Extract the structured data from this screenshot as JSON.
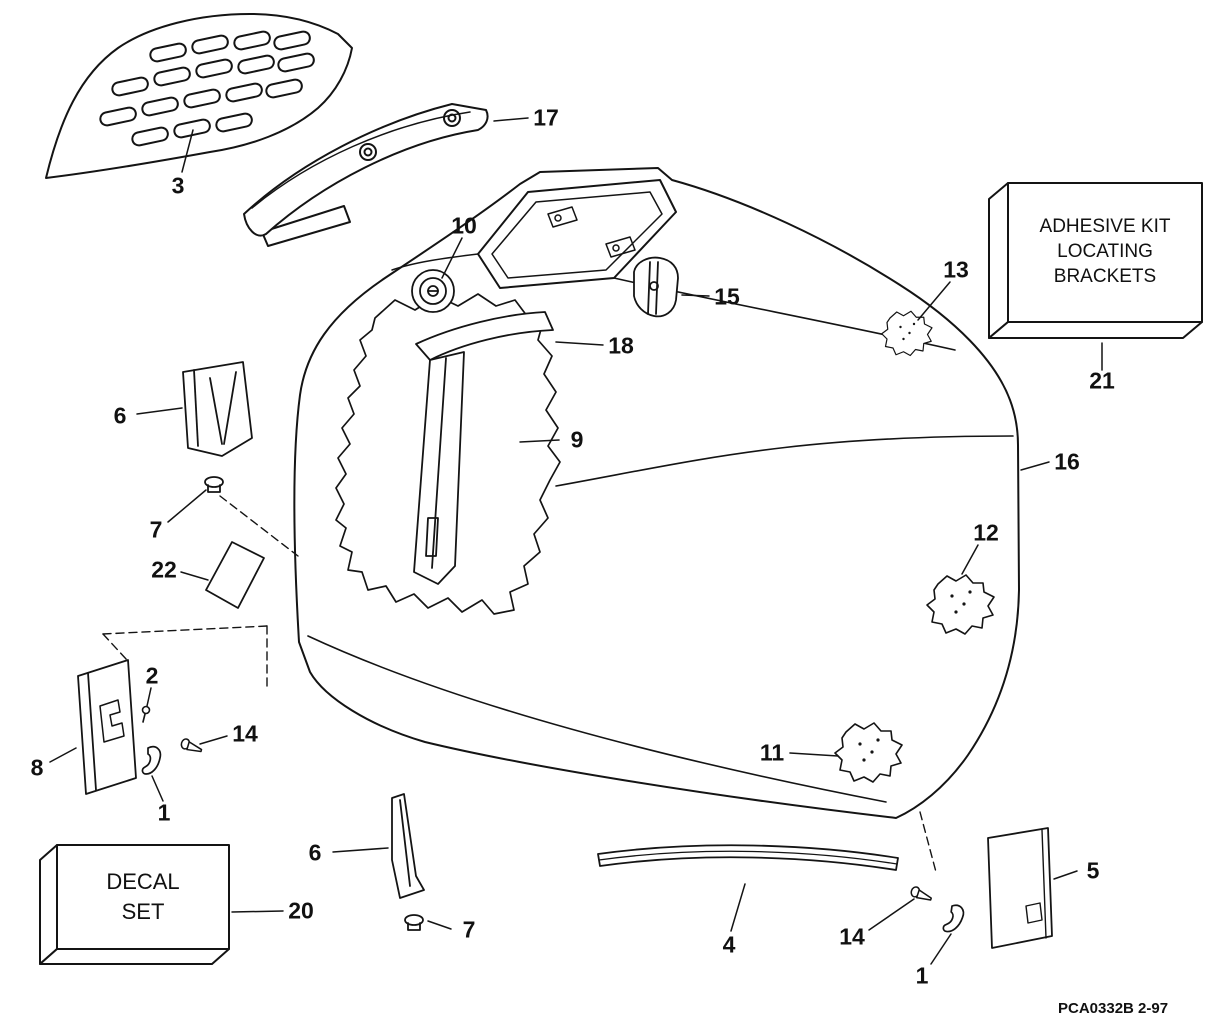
{
  "diagram": {
    "code": "PCA0332B   2-97",
    "boxes": {
      "adhesive_kit": {
        "line1": "ADHESIVE KIT",
        "line2": "LOCATING",
        "line3": "BRACKETS"
      },
      "decal_set": {
        "line1": "DECAL",
        "line2": "SET"
      }
    },
    "colors": {
      "line": "#141414",
      "background": "#ffffff"
    },
    "callouts": [
      {
        "label": "3"
      },
      {
        "label": "17"
      },
      {
        "label": "10"
      },
      {
        "label": "15"
      },
      {
        "label": "13"
      },
      {
        "label": "18"
      },
      {
        "label": "6"
      },
      {
        "label": "9"
      },
      {
        "label": "16"
      },
      {
        "label": "7"
      },
      {
        "label": "12"
      },
      {
        "label": "22"
      },
      {
        "label": "2"
      },
      {
        "label": "14"
      },
      {
        "label": "8"
      },
      {
        "label": "1"
      },
      {
        "label": "11"
      },
      {
        "label": "6"
      },
      {
        "label": "5"
      },
      {
        "label": "20"
      },
      {
        "label": "7"
      },
      {
        "label": "4"
      },
      {
        "label": "14"
      },
      {
        "label": "1"
      },
      {
        "label": "21"
      }
    ]
  }
}
